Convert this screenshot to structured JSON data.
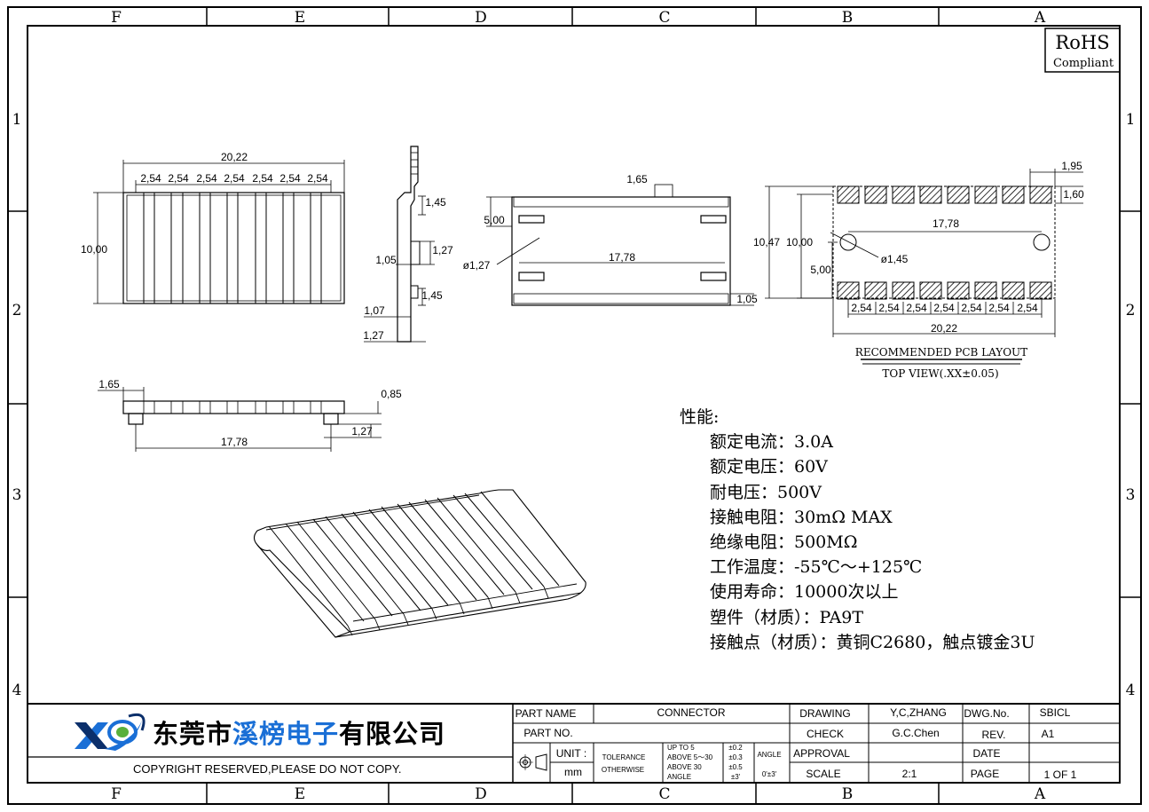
{
  "border": {
    "columns": [
      "F",
      "E",
      "D",
      "C",
      "B",
      "A"
    ],
    "rows": [
      "1",
      "2",
      "3",
      "4"
    ]
  },
  "rohs": {
    "line1": "RoHS",
    "line2": "Compliant"
  },
  "front_view": {
    "overall_width": "20,22",
    "pitch": "2,54",
    "height": "10,00"
  },
  "side_view": {
    "dim_1_45_top": "1,45",
    "dim_1_27_mid": "1,27",
    "dim_1_05": "1,05",
    "dim_1_45_bot": "1,45",
    "dim_1_07": "1,07",
    "dim_1_27_bot": "1,27"
  },
  "bottom_view": {
    "dim_1_65": "1,65",
    "dim_5_00": "5,00",
    "dim_hole": "ø1,27",
    "dim_17_78": "17,78",
    "dim_1_05": "1,05"
  },
  "pcb_layout": {
    "dim_1_95": "1,95",
    "dim_1_60": "1,60",
    "dim_10_47": "10,47",
    "dim_10_00": "10,00",
    "dim_17_78": "17,78",
    "dim_hole": "ø1,45",
    "dim_5_00": "5,00",
    "pitch": "2,54",
    "dim_20_22": "20,22",
    "title": "RECOMMENDED PCB LAYOUT",
    "subtitle": "TOP VIEW(.XX±0.05)"
  },
  "lower_view": {
    "dim_1_65": "1,65",
    "dim_0_85": "0,85",
    "dim_1_27": "1,27",
    "dim_17_78": "17,78"
  },
  "specs": {
    "heading": "性能:",
    "items": [
      "额定电流：3.0A",
      "额定电压：60V",
      "耐电压：500V",
      "接触电阻：30mΩ  MAX",
      "绝缘电阻：500MΩ",
      "工作温度：-55℃～+125℃",
      "使用寿命：10000次以上",
      "塑件（材质）：PA9T",
      "接触点（材质）：黄铜C2680，触点镀金3U"
    ]
  },
  "company": {
    "name_part1": "东莞市",
    "name_part2": "溪榜电子",
    "name_part3": "有限公司",
    "copyright": "COPYRIGHT  RESERVED,PLEASE  DO  NOT  COPY.",
    "brand_color": "#1a6fd6"
  },
  "title_block": {
    "part_name_label": "PART NAME",
    "part_name_value": "CONNECTOR",
    "part_no_label": "PART NO.",
    "unit_label": "UNIT :",
    "unit_value": "mm",
    "tolerance_label_1": "TOLERANCE",
    "tolerance_label_2": "OTHERWISE",
    "tol_rows": [
      {
        "range": "UP TO 5",
        "value": "±0.2"
      },
      {
        "range": "ABOVE 5～30",
        "value": "±0.3"
      },
      {
        "range": "ABOVE 30",
        "value": "±0.5"
      },
      {
        "range": "ANGLE",
        "value": "±3'"
      }
    ],
    "angle_label": "ANGLE",
    "angle_value": "0'±3'",
    "drawing_label": "DRAWING",
    "drawing_value": "Y,C,ZHANG",
    "check_label": "CHECK",
    "check_value": "G.C.Chen",
    "approval_label": "APPROVAL",
    "scale_label": "SCALE",
    "scale_value": "2:1",
    "dwg_label": "DWG.No.",
    "dwg_value": "SBICL",
    "rev_label": "REV.",
    "rev_value": "A1",
    "date_label": "DATE",
    "page_label": "PAGE",
    "page_value": "1  OF  1"
  }
}
